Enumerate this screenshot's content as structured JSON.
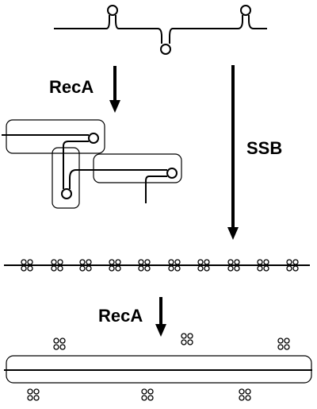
{
  "labels": {
    "reca_top": "RecA",
    "ssb": "SSB",
    "reca_bottom": "RecA"
  },
  "colors": {
    "ink": "#000000",
    "background": "#ffffff"
  }
}
